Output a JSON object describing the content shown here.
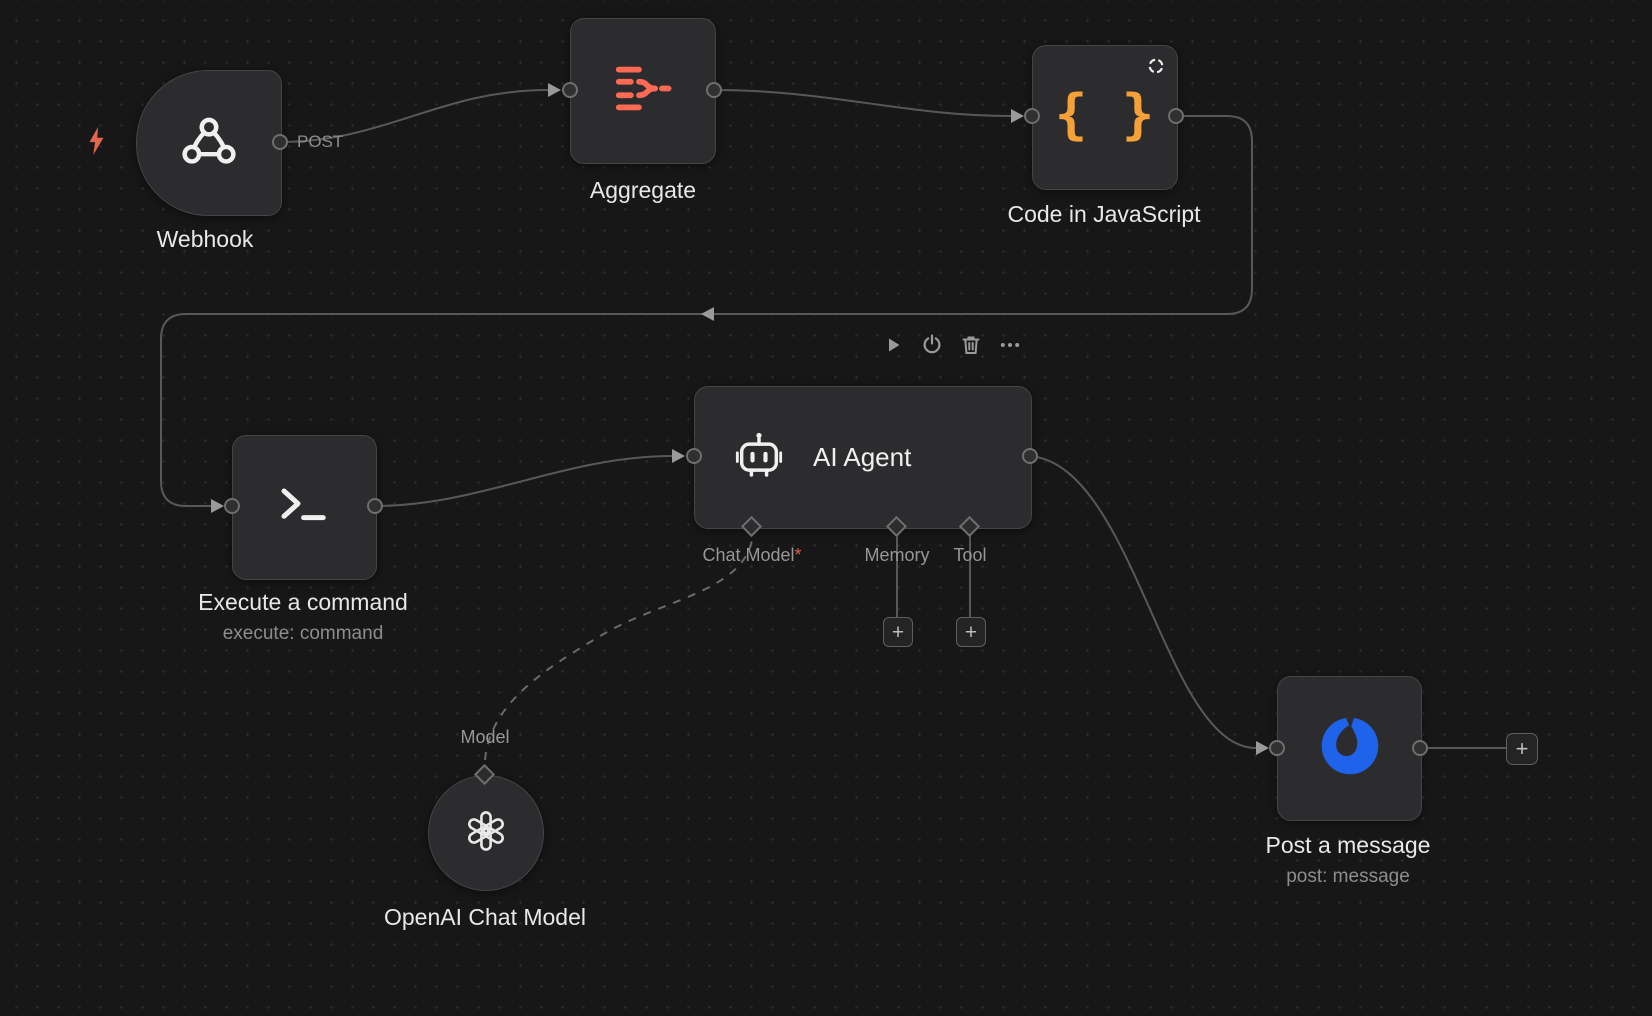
{
  "colors": {
    "background": "#171717",
    "node_background": "#2c2c2e",
    "node_border": "#454547",
    "wire": "#585858",
    "coral": "#ff6a55",
    "orange": "#f5a13a",
    "blue": "#1e63e9",
    "label": "#e8e8e8",
    "muted": "#8d8d8d"
  },
  "nodes": {
    "webhook": {
      "label": "Webhook",
      "output_label": "POST",
      "icon": "webhook-icon"
    },
    "aggregate": {
      "label": "Aggregate",
      "icon": "aggregate-icon"
    },
    "code": {
      "label": "Code in JavaScript",
      "icon_text": "{ }",
      "badge_icon": "refresh-icon"
    },
    "execute_command": {
      "label": "Execute a command",
      "sublabel": "execute: command",
      "icon": "terminal-icon"
    },
    "ai_agent": {
      "title": "AI Agent",
      "icon": "robot-icon",
      "inputs": {
        "chat_model": {
          "label": "Chat Model",
          "required_marker": "*"
        },
        "memory": {
          "label": "Memory",
          "add_label": "+"
        },
        "tool": {
          "label": "Tool",
          "add_label": "+"
        }
      }
    },
    "openai_chat_model": {
      "label": "OpenAI Chat Model",
      "output_label": "Model",
      "icon": "openai-icon"
    },
    "post_message": {
      "label": "Post a message",
      "sublabel": "post: message",
      "icon": "mattermost-icon"
    }
  },
  "node_toolbar": {
    "actions": [
      {
        "name": "run",
        "icon": "play-icon"
      },
      {
        "name": "deactivate",
        "icon": "power-icon"
      },
      {
        "name": "delete",
        "icon": "trash-icon"
      },
      {
        "name": "more",
        "icon": "ellipsis-icon"
      }
    ]
  },
  "canvas": {
    "add_next_label": "+"
  }
}
